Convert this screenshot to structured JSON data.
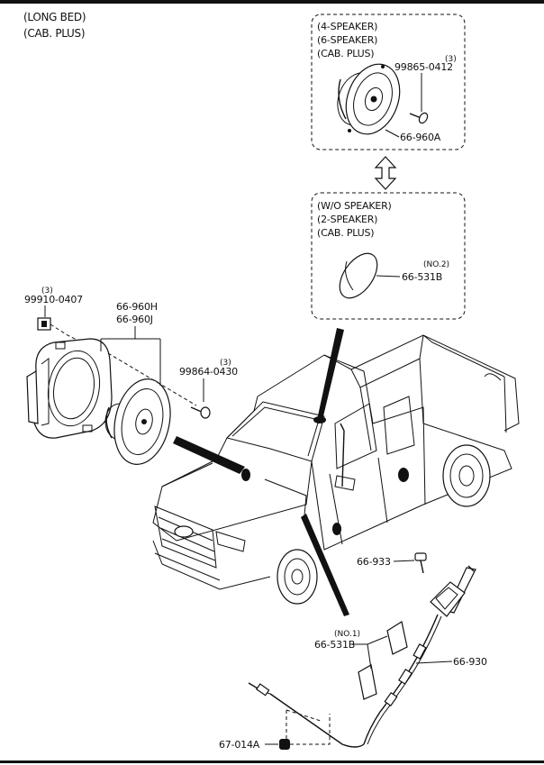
{
  "headers": {
    "line1": "(LONG BED)",
    "line2": "(CAB. PLUS)"
  },
  "box_upper": {
    "line1": "(4-SPEAKER)",
    "line2": "(6-SPEAKER)",
    "line3": "(CAB. PLUS)"
  },
  "box_lower": {
    "line1": "(W/O SPEAKER)",
    "line2": "(2-SPEAKER)",
    "line3": "(CAB. PLUS)"
  },
  "parts": {
    "p99865_qty": "(3)",
    "p99865": "99865-0412",
    "p66960A": "66-960A",
    "p531B_upper_note": "(NO.2)",
    "p531B_upper": "66-531B",
    "p99910_qty": "(3)",
    "p99910": "99910-0407",
    "p66960H": "66-960H",
    "p66960J": "66-960J",
    "p99864_qty": "(3)",
    "p99864": "99864-0430",
    "p66933": "66-933",
    "p531B_lower_note": "(NO.1)",
    "p531B_lower": "66-531B",
    "p66930": "66-930",
    "p67014A": "67-014A"
  },
  "colors": {
    "ink": "#111111",
    "paper": "#ffffff"
  }
}
